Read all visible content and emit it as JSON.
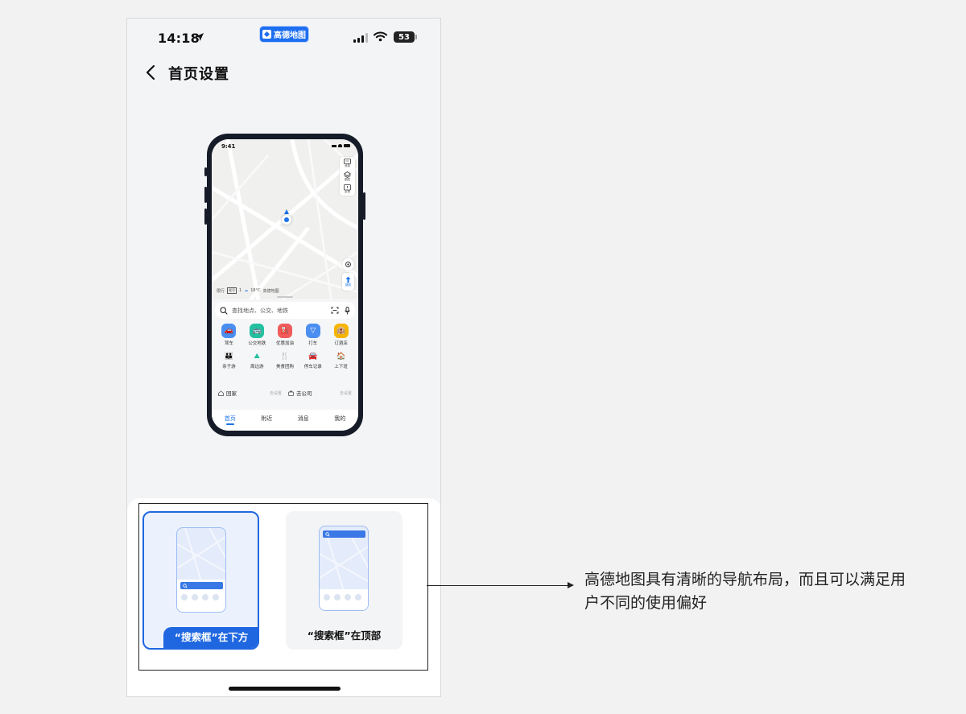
{
  "status": {
    "time": "14:18",
    "app_pill": "高德地图",
    "battery": "53"
  },
  "nav": {
    "title": "首页设置"
  },
  "preview": {
    "time": "9:41",
    "side_controls": [
      "消息",
      "图层",
      "反馈"
    ],
    "route_label": "路线",
    "info_line": {
      "restrict_label": "限行",
      "restrict_value": "尾号",
      "sep": "1",
      "temperature": "18°C",
      "brand": "高德地图"
    },
    "search_placeholder": "查找地点、公交、地铁",
    "grid": [
      {
        "label": "驾车",
        "color": "#4a8ef0",
        "glyph": "🚗"
      },
      {
        "label": "公交地铁",
        "color": "#22c0a0",
        "glyph": "🚌"
      },
      {
        "label": "优惠加油",
        "color": "#f05a5a",
        "glyph": "⛽"
      },
      {
        "label": "打车",
        "color": "#4a8ef0",
        "glyph": "▽"
      },
      {
        "label": "订酒店",
        "color": "#f5b400",
        "glyph": "🏨"
      },
      {
        "label": "亲子游",
        "color": "#f5b400",
        "glyph": "👪"
      },
      {
        "label": "周边游",
        "color": "#22c0a0",
        "glyph": "⛰"
      },
      {
        "label": "美食团购",
        "color": "#f59a00",
        "glyph": "🍴"
      },
      {
        "label": "停车记录",
        "color": "#4a8ef0",
        "glyph": "🚘"
      },
      {
        "label": "上下班",
        "color": "#f5b400",
        "glyph": "🏠"
      }
    ],
    "destinations": [
      {
        "label": "回家",
        "set": "去设置"
      },
      {
        "label": "去公司",
        "set": "去设置"
      }
    ],
    "tabs": [
      "首页",
      "附近",
      "消息",
      "我的"
    ],
    "active_tab": "首页"
  },
  "options": [
    {
      "caption": "“搜索框”在下方",
      "selected": true
    },
    {
      "caption": "“搜索框”在顶部",
      "selected": false
    }
  ],
  "annotation": "高德地图具有清晰的导航布局，而且可以满足用户不同的使用偏好",
  "colors": {
    "accent": "#1f67e0",
    "pill": "#1e6ff0"
  }
}
